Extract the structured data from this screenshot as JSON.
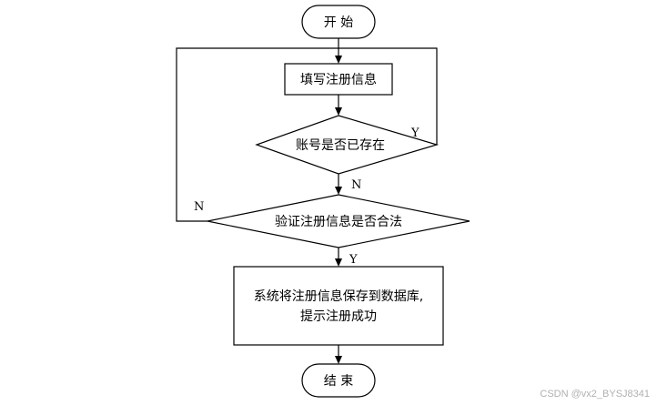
{
  "nodes": {
    "start": "开 始",
    "fill_info": "填写注册信息",
    "account_exists": "账号是否已存在",
    "validate_info": "验证注册信息是否合法",
    "save_line1": "系统将注册信息保存到数据库,",
    "save_line2": "提示注册成功",
    "end": "结 束"
  },
  "edges": {
    "exists_yes": "Y",
    "exists_no": "N",
    "valid_no": "N",
    "valid_yes": "Y"
  },
  "watermark": "CSDN @vx2_BYSJ8341",
  "colors": {
    "stroke": "#000000",
    "background": "#ffffff",
    "watermark": "#b0b0b0"
  }
}
